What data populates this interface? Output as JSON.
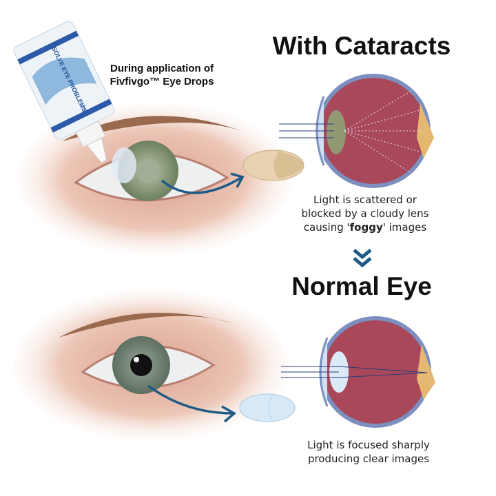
{
  "application_label": {
    "line1": "During application of",
    "line2": "Fivfivgo™ Eye Drops"
  },
  "bottle_label": "SOLVE EYE PROBLEMS",
  "cataract_section": {
    "title": "With Cataracts",
    "caption_line1": "Light is scattered or",
    "caption_line2": "blocked by a cloudy lens",
    "caption_pre": "causing '",
    "caption_bold": "foggy",
    "caption_post": "' images"
  },
  "normal_section": {
    "title": "Normal Eye",
    "caption_line1": "Light is focused sharply",
    "caption_line2": "producing clear images"
  },
  "colors": {
    "arrow": "#1d5a85",
    "eyeball": "#a8485a",
    "lens_cloudy": "#e8d2b0",
    "lens_clear": "#d7e9f6"
  },
  "icons": {
    "chevron": "double-chevron-down-icon"
  }
}
